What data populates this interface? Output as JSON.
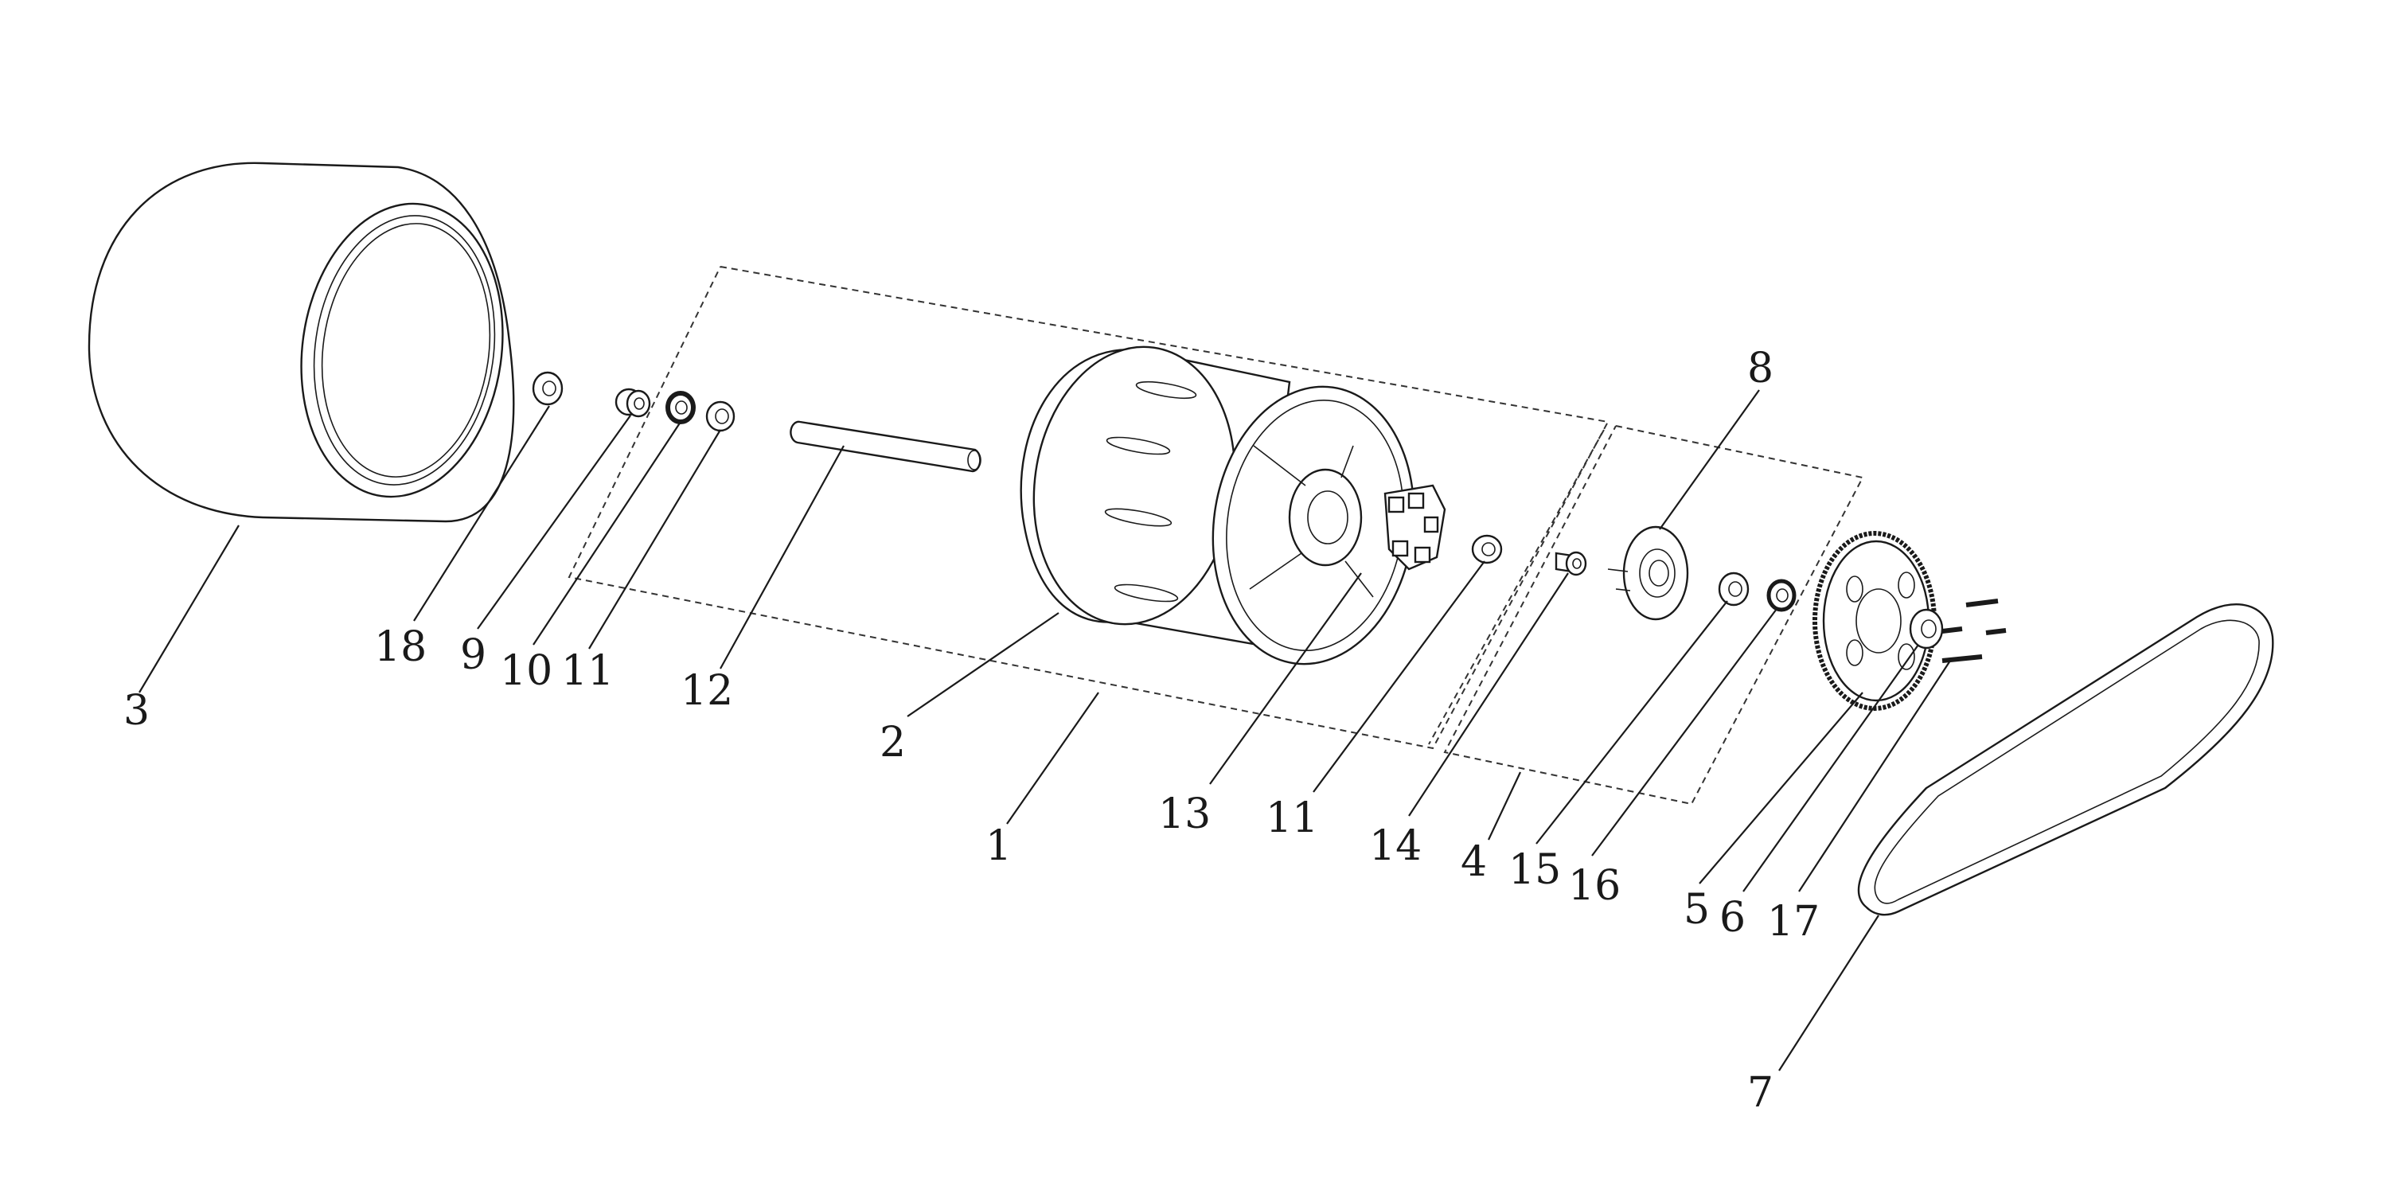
{
  "diagram": {
    "callouts": [
      {
        "id": "c3",
        "text": "3"
      },
      {
        "id": "c18",
        "text": "18"
      },
      {
        "id": "c9",
        "text": "9"
      },
      {
        "id": "c10",
        "text": "10"
      },
      {
        "id": "c11a",
        "text": "11"
      },
      {
        "id": "c12",
        "text": "12"
      },
      {
        "id": "c2",
        "text": "2"
      },
      {
        "id": "c1",
        "text": "1"
      },
      {
        "id": "c13",
        "text": "13"
      },
      {
        "id": "c11b",
        "text": "11"
      },
      {
        "id": "c14",
        "text": "14"
      },
      {
        "id": "c4",
        "text": "4"
      },
      {
        "id": "c15",
        "text": "15"
      },
      {
        "id": "c16",
        "text": "16"
      },
      {
        "id": "c5",
        "text": "5"
      },
      {
        "id": "c6",
        "text": "6"
      },
      {
        "id": "c17",
        "text": "17"
      },
      {
        "id": "c8",
        "text": "8"
      },
      {
        "id": "c7",
        "text": "7"
      }
    ],
    "colors": {
      "line": "#1a1a1a",
      "background": "#ffffff"
    }
  }
}
